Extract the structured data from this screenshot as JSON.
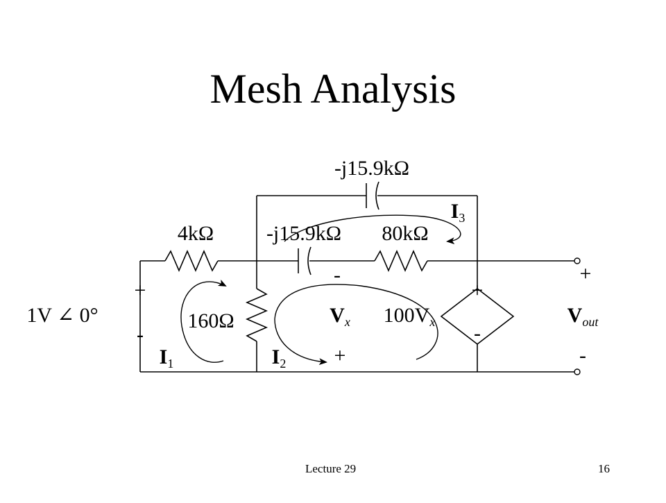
{
  "slide": {
    "title": "Mesh Analysis",
    "footer_left": "Lecture 29",
    "page_number": "16"
  },
  "circuit": {
    "r_source": "4kΩ",
    "cap_series": "-j15.9kΩ",
    "r_series": "80kΩ",
    "cap_top": "-j15.9kΩ",
    "r_shunt": "160Ω",
    "source_value": "1V ∠ 0°",
    "source_plus": "+",
    "source_minus": "-",
    "dep_source_value": "100V",
    "dep_source_sub": "x",
    "dep_plus": "+",
    "dep_minus": "-",
    "vx_main": "V",
    "vx_sub": "x",
    "vx_minus": "-",
    "vx_plus": "+",
    "vout_main": "V",
    "vout_sub": "out",
    "vout_plus": "+",
    "vout_minus": "-",
    "mesh1_main": "I",
    "mesh1_sub": "1",
    "mesh2_main": "I",
    "mesh2_sub": "2",
    "mesh3_main": "I",
    "mesh3_sub": "3"
  }
}
